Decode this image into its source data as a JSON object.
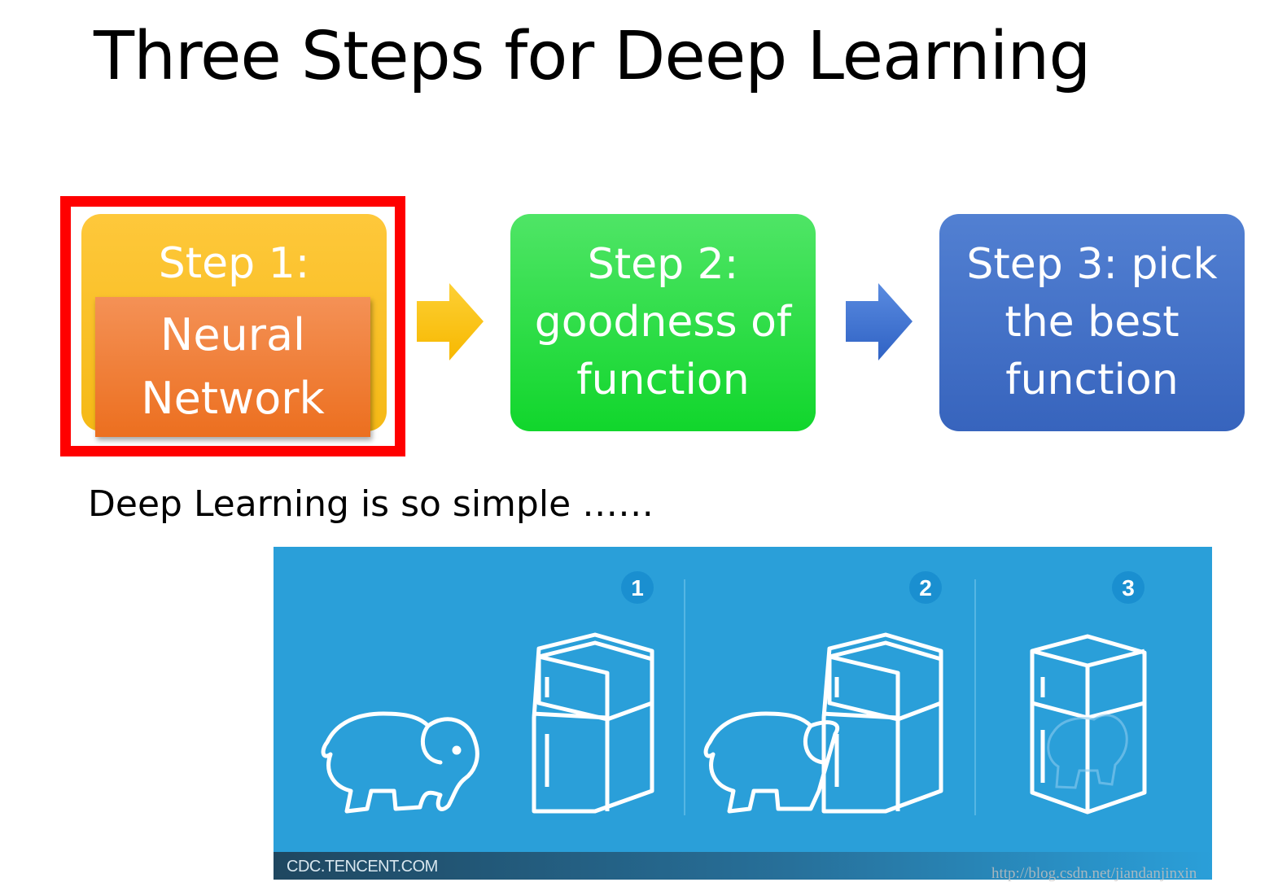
{
  "title": "Three Steps for Deep Learning",
  "steps": [
    {
      "label": "Step 1:",
      "inner_lines": [
        "Neural",
        "Network"
      ],
      "highlighted": true,
      "color": "#f9c12b",
      "inner_color": "#f07d35"
    },
    {
      "lines": [
        "Step 2:",
        "goodness of",
        "function"
      ],
      "color": "#2fdc47"
    },
    {
      "lines": [
        "Step 3: pick",
        "the best",
        "function"
      ],
      "color": "#446fc7"
    }
  ],
  "arrows": [
    {
      "icon": "arrow-right-icon",
      "color": "#fbbf0e"
    },
    {
      "icon": "arrow-right-icon",
      "color": "#3d72cf"
    }
  ],
  "highlight_color": "#ff0000",
  "caption": "Deep Learning is so simple ……",
  "illustration": {
    "background": "#2a9fd9",
    "panel_numbers": [
      "1",
      "2",
      "3"
    ],
    "credit": "CDC.TENCENT.COM",
    "icons": [
      "elephant-icon",
      "refrigerator-icon"
    ]
  },
  "watermark": "http://blog.csdn.net/jiandanjinxin"
}
